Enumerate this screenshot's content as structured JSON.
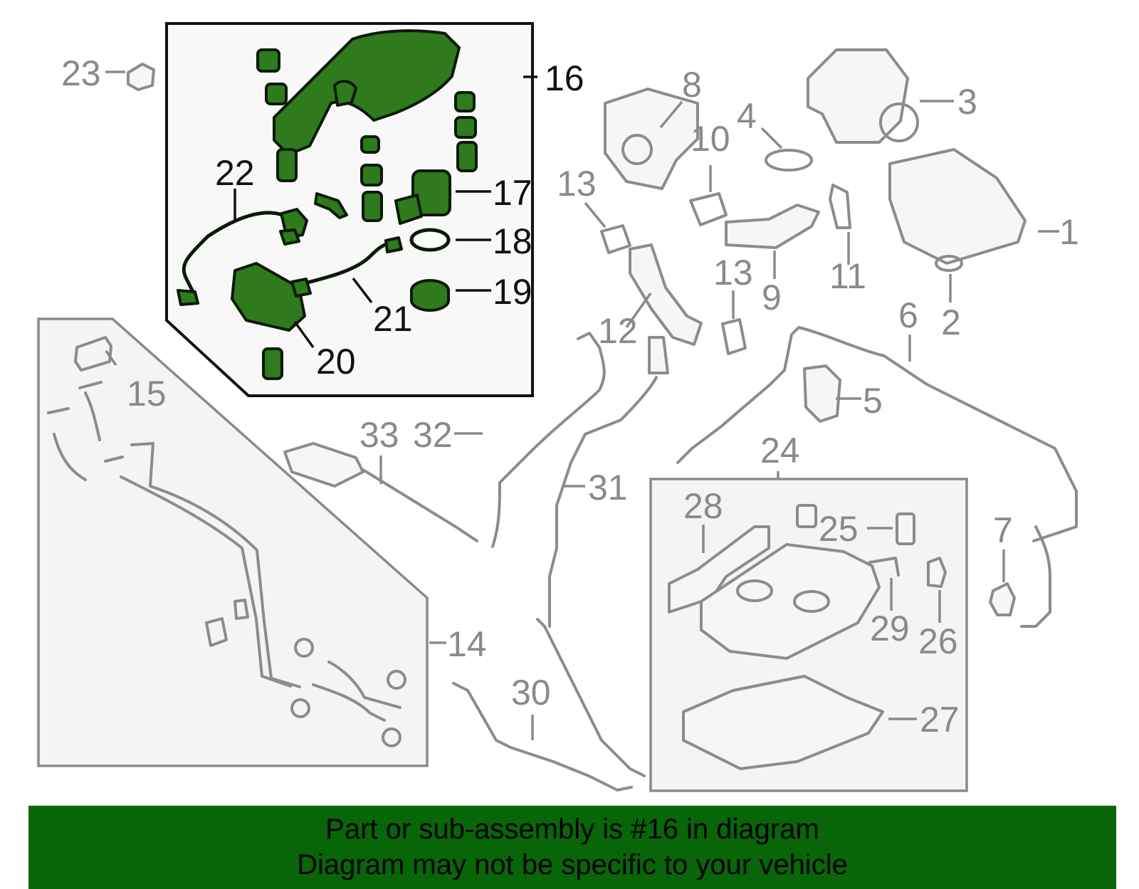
{
  "callouts": {
    "c1": "1",
    "c2": "2",
    "c3": "3",
    "c4": "4",
    "c5": "5",
    "c6": "6",
    "c7": "7",
    "c8": "8",
    "c9": "9",
    "c10": "10",
    "c11": "11",
    "c12": "12",
    "c13a": "13",
    "c13b": "13",
    "c14": "14",
    "c15": "15",
    "c16": "16",
    "c17": "17",
    "c18": "18",
    "c19": "19",
    "c20": "20",
    "c21": "21",
    "c22": "22",
    "c23": "23",
    "c24": "24",
    "c25": "25",
    "c26": "26",
    "c27": "27",
    "c28": "28",
    "c29": "29",
    "c30": "30",
    "c31": "31",
    "c32": "32",
    "c33": "33"
  },
  "banner": {
    "line1": "Part or sub-assembly is #16 in diagram",
    "line2": "Diagram may not be specific to your vehicle"
  },
  "colors": {
    "highlight": "#2f7a1c",
    "banner": "#086508",
    "part_outline": "#8c8c8c",
    "label_gray": "#8a8a8a"
  }
}
